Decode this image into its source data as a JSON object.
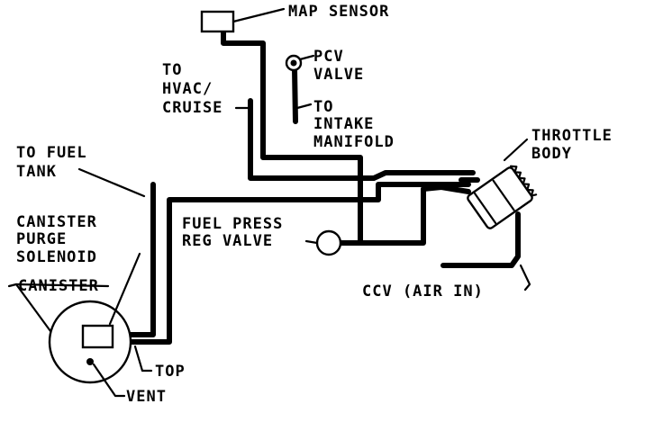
{
  "labels": {
    "map_sensor": "MAP SENSOR",
    "pcv_1": "PCV",
    "pcv_2": "VALVE",
    "hvac_1": "TO",
    "hvac_2": "HVAC/",
    "hvac_3": "CRUISE",
    "intake_1": "TO",
    "intake_2": "INTAKE",
    "intake_3": "MANIFOLD",
    "throttle_1": "THROTTLE",
    "throttle_2": "BODY",
    "fuel_tank_1": "TO FUEL",
    "fuel_tank_2": "TANK",
    "purge_1": "CANISTER",
    "purge_2": "PURGE",
    "purge_3": "SOLENOID",
    "canister": "CANISTER",
    "fuel_press_1": "FUEL PRESS",
    "fuel_press_2": "REG VALVE",
    "ccv": "CCV (AIR IN)",
    "top": "TOP",
    "vent": "VENT"
  }
}
